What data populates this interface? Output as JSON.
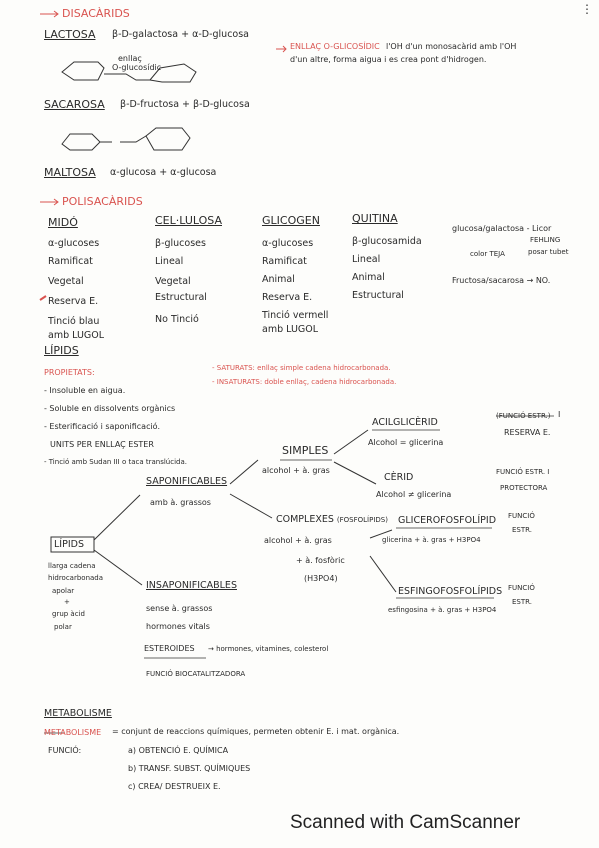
{
  "disacarids": {
    "heading": "DISACÀRIDS",
    "lactosa_label": "LACTOSA",
    "lactosa_formula": "β-D-galactosa + α-D-glucosa",
    "lactosa_bond_1": "enllaç",
    "lactosa_bond_2": "O-glucosídic",
    "enllac_title": "ENLLAÇ O-GLICOSÍDIC",
    "enllac_text_1": "l'OH d'un monosacàrid amb l'OH",
    "enllac_text_2": "d'un altre, forma aigua i es crea pont d'hidrogen.",
    "sacarosa_label": "SACAROSA",
    "sacarosa_formula": "β-D-fructosa + β-D-glucosa",
    "maltosa_label": "MALTOSA",
    "maltosa_formula": "α-glucosa + α-glucosa"
  },
  "polisacarids": {
    "heading": "POLISACÀRIDS",
    "columns": [
      {
        "title": "MIDÓ",
        "rows": [
          "α-glucoses",
          "Ramificat",
          "Vegetal",
          "Reserva E.",
          "Tinció blau",
          "amb LUGOL"
        ]
      },
      {
        "title": "CEL·LULOSA",
        "rows": [
          "β-glucoses",
          "Lineal",
          "Vegetal",
          "Estructural",
          "No Tinció"
        ]
      },
      {
        "title": "GLICOGEN",
        "rows": [
          "α-glucoses",
          "Ramificat",
          "Animal",
          "Reserva E.",
          "Tinció vermell",
          "amb LUGOL"
        ]
      },
      {
        "title": "QUITINA",
        "rows": [
          "β-glucosamida",
          "Lineal",
          "Animal",
          "Estructural"
        ]
      }
    ],
    "side_1": "glucosa/galactosa - Licor",
    "side_2": "FEHLING",
    "side_3": "color TEJA",
    "side_4": "posar tubet",
    "side_5": "Fructosa/sacarosa → NO."
  },
  "lipids": {
    "heading": "LÍPIDS",
    "propietats_label": "PROPIETATS:",
    "props": [
      "- Insoluble en aigua.",
      "- Soluble en dissolvents orgànics",
      "- Esterificació i saponificació.",
      "UNITS PER ENLLAÇ ESTER",
      "- Tinció amb Sudan III o taca translúcida."
    ],
    "saturats": "- SATURATS: enllaç simple cadena hidrocarbonada.",
    "insaturats": "- INSATURATS: doble enllaç, cadena hidrocarbonada.",
    "root_label": "LÍPIDS",
    "root_desc": [
      "llarga cadena",
      "hidrocarbonada",
      "apolar",
      "+",
      "grup àcid",
      "polar"
    ],
    "saponificables": "SAPONIFICABLES",
    "saponificables_sub": "amb à. grassos",
    "simples": "SIMPLES",
    "simples_sub": "alcohol + à. gras",
    "acilglicerid": "ACILGLICÈRID",
    "acilglicerid_sub": "Alcohol = glicerina",
    "acilglicerid_fn_struck": "(FUNCIÓ ESTR.)",
    "acilglicerid_fn": "RESERVA E.",
    "acilglicerid_num": "I",
    "cerid": "CÈRID",
    "cerid_sub": "Alcohol ≠ glicerina",
    "cerid_fn_1": "FUNCIÓ ESTR. I",
    "cerid_fn_2": "PROTECTORA",
    "complexes": "COMPLEXES",
    "complexes_note": "(FOSFOLÍPIDS)",
    "complexes_sub_1": "alcohol + à. gras",
    "complexes_sub_2": "+ à. fosfòric",
    "complexes_sub_3": "(H3PO4)",
    "glicero": "GLICEROFOSFOLÍPID",
    "glicero_sub": "glicerina + à. gras + H3PO4",
    "glicero_fn_1": "FUNCIÓ",
    "glicero_fn_2": "ESTR.",
    "esfingo": "ESFINGOFOSFOLÍPIDS",
    "esfingo_sub": "esfingosina + à. gras + H3PO4",
    "esfingo_fn_1": "FUNCIÓ",
    "esfingo_fn_2": "ESTR.",
    "insaponificables": "INSAPONIFICABLES",
    "insap_1": "sense à. grassos",
    "insap_2": "hormones vitals",
    "esteroides": "ESTEROIDES",
    "esteroides_desc": "→ hormones, vitamines, colesterol",
    "biocat": "FUNCIÓ BIOCATALITZADORA"
  },
  "metabolisme": {
    "heading": "METABOLISME",
    "def_label": "METABOLISME",
    "def_text": "= conjunt de reaccions químiques, permeten obtenir E. i mat. orgànica.",
    "funcio_label": "FUNCIÓ:",
    "items": [
      "a) OBTENCIÓ E. QUÍMICA",
      "b) TRANSF. SUBST. QUÍMIQUES",
      "c) CREA/ DESTRUEIX E."
    ]
  },
  "watermark": "Scanned with CamScanner",
  "accent_color": "#d9534f"
}
